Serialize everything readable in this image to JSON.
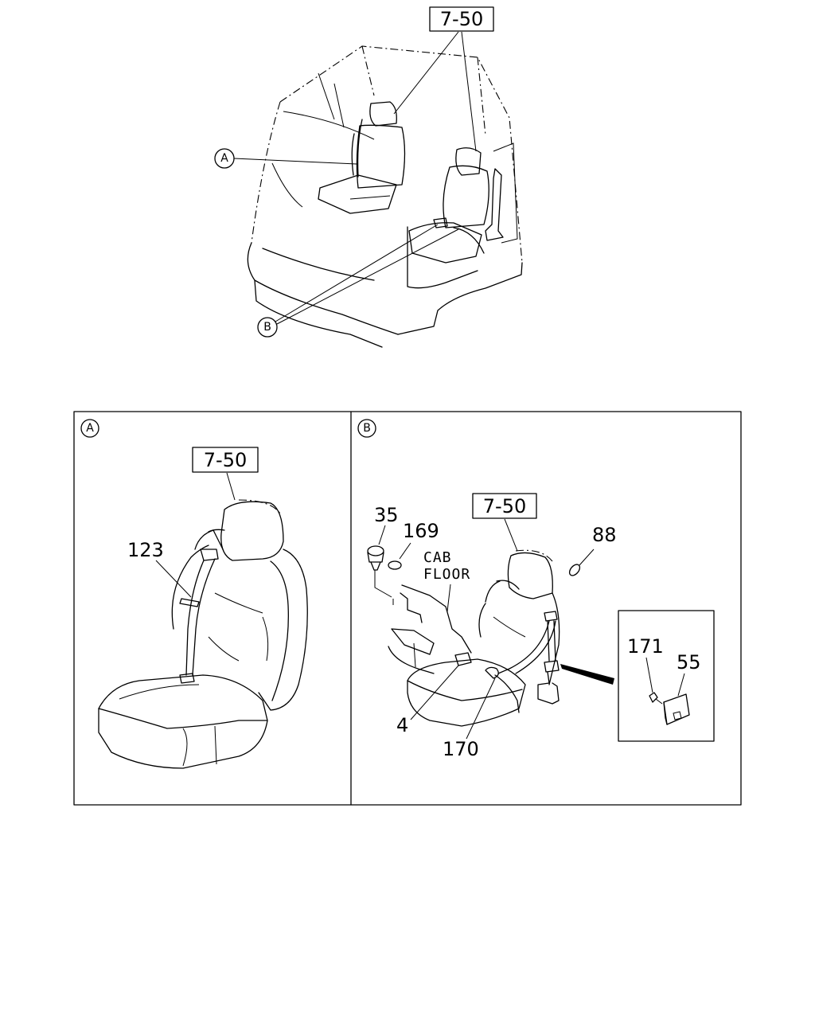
{
  "overview": {
    "ref_label": "7-50",
    "callout_a": "A",
    "callout_b": "B"
  },
  "panel_a": {
    "tag": "A",
    "ref_label": "7-50",
    "parts": {
      "belt": "123"
    }
  },
  "panel_b": {
    "tag": "B",
    "ref_label": "7-50",
    "note_line1": "CAB",
    "note_line2": "FLOOR",
    "parts": {
      "clip": "35",
      "washer": "169",
      "ring": "88",
      "buckle": "4",
      "anchor": "170",
      "bolt": "171",
      "plate": "55"
    }
  }
}
